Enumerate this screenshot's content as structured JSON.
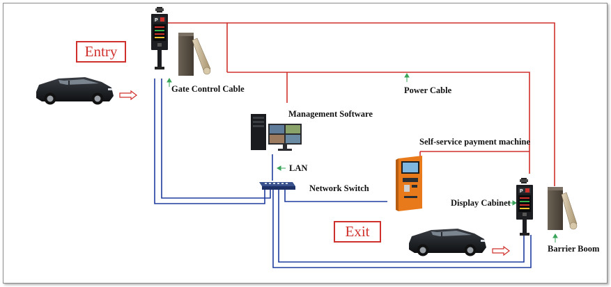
{
  "badges": {
    "entry": "Entry",
    "exit": "Exit"
  },
  "labels": {
    "gate_control_cable": "Gate Control Cable",
    "power_cable": "Power Cable",
    "management_software": "Management Software",
    "self_service_payment_machine": "Self-service payment machine",
    "lan": "LAN",
    "network_switch": "Network Switch",
    "display_cabinet": "Display Cabinet",
    "barrier_boom": "Barrier Boom"
  },
  "device_markings": {
    "parking_sign": "P"
  },
  "colors": {
    "power_line": "#d0302b",
    "network_line": "#1f3c9e",
    "pointer_arrow": "#3aa55a",
    "badge": "#d0302b",
    "car_body": "#17191c",
    "barrier_housing": "#5b5145",
    "barrier_boom": "#c9b79a",
    "kiosk": "#e87a1c"
  }
}
